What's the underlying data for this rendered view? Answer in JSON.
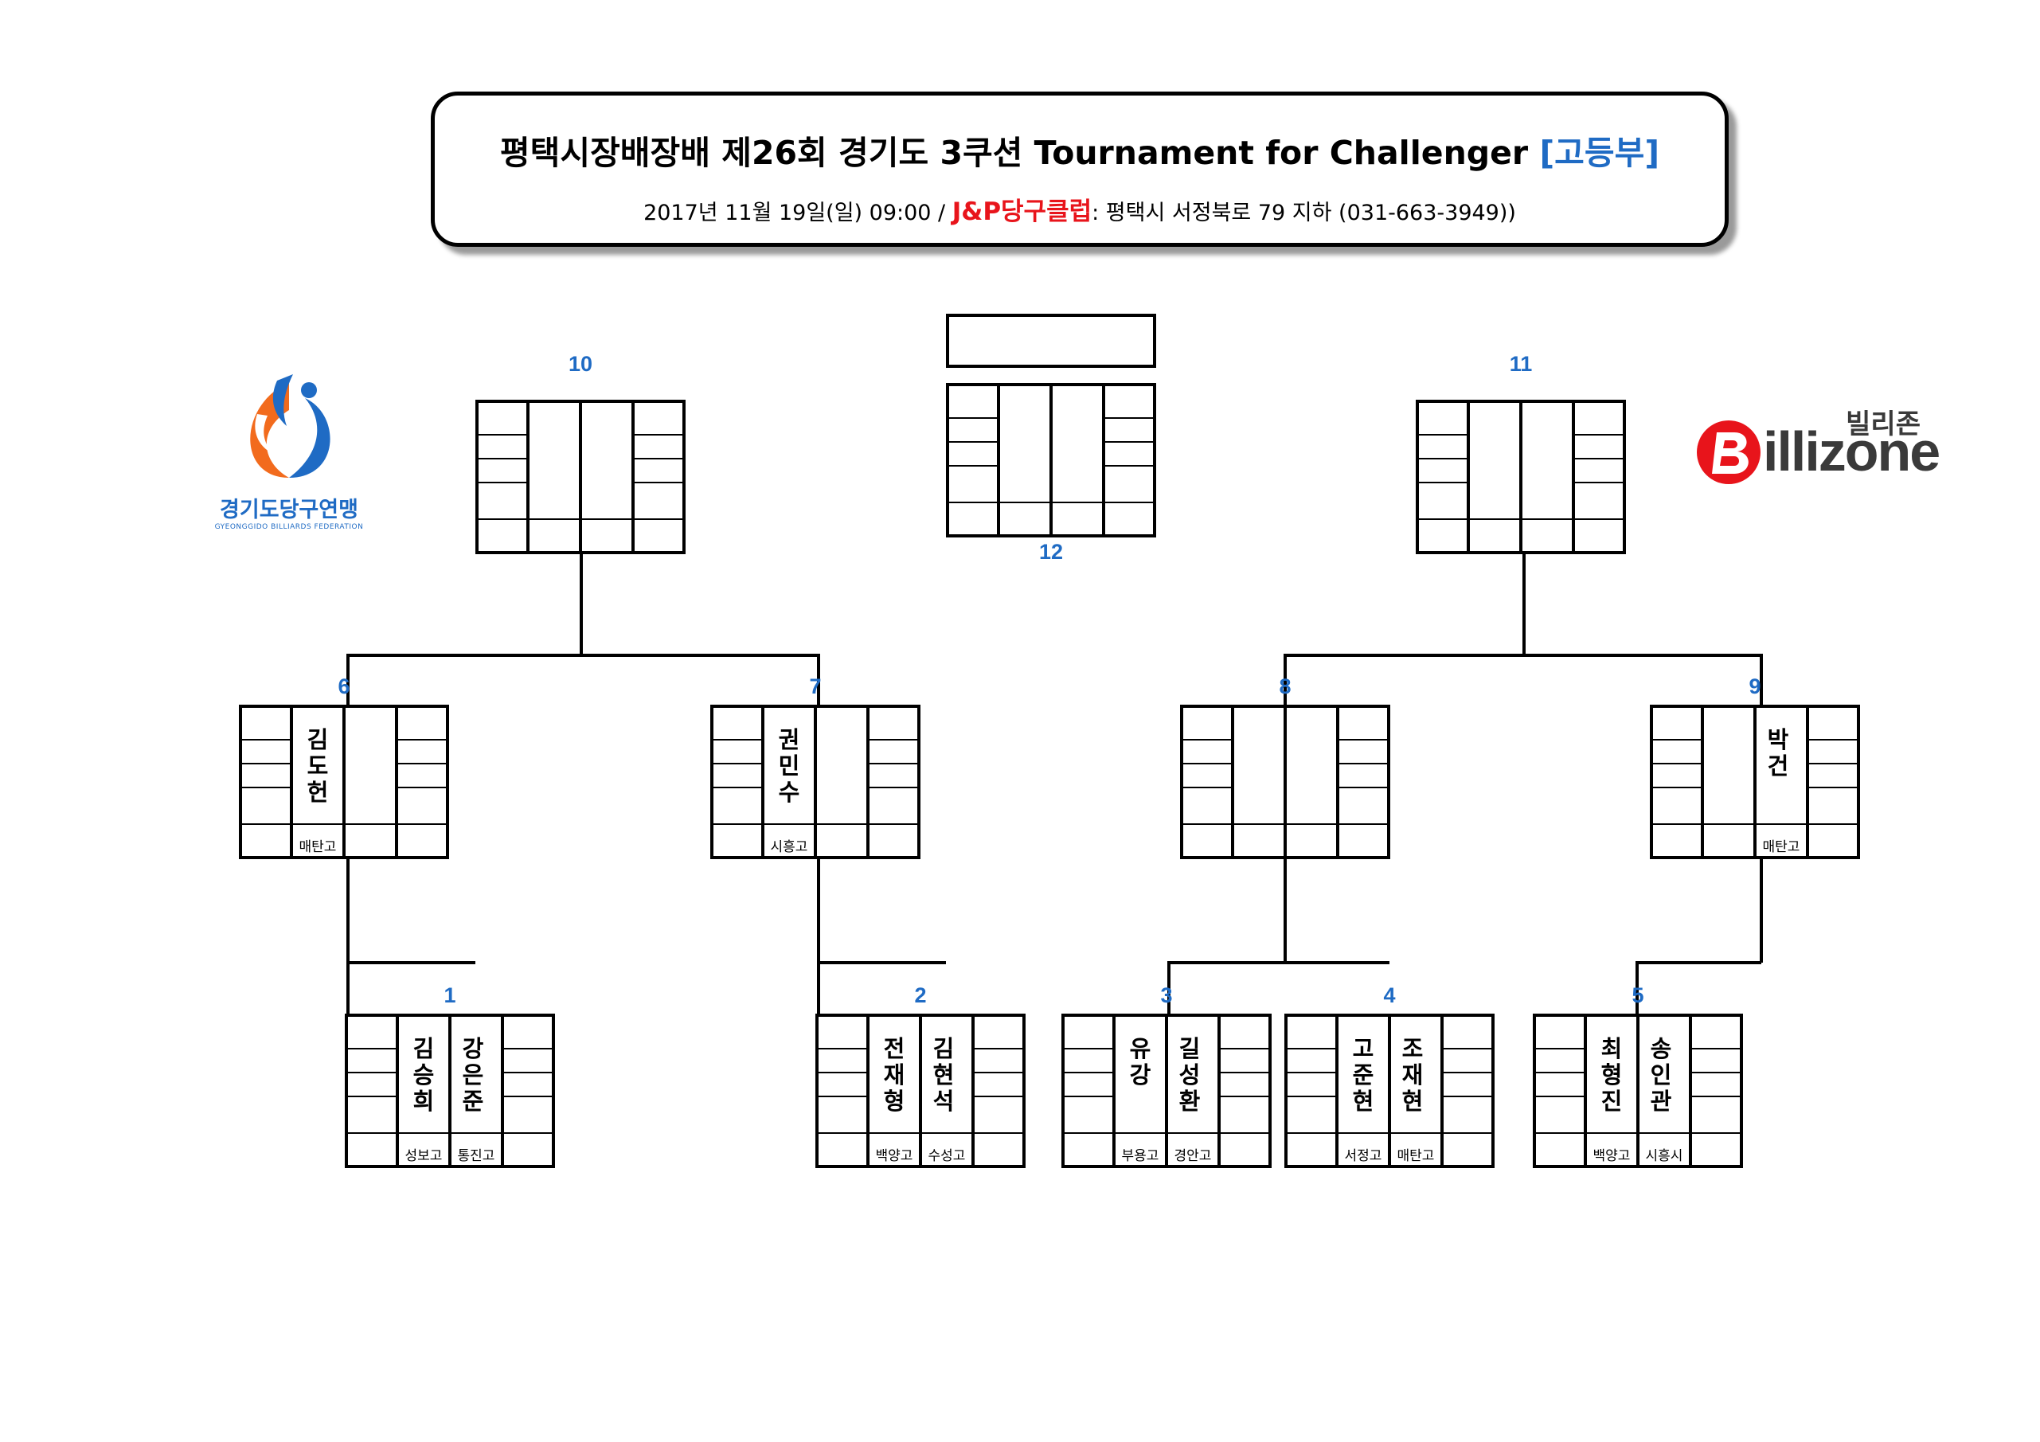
{
  "header": {
    "title_main": "평택시장배장배  제26회 경기도 3쿠션 Tournament for Challenger",
    "title_division": "[고등부]",
    "sub_date": "2017년 11월 19일(일) 09:00 /",
    "sub_venue": "J&P당구클럽",
    "sub_address": ": 평택시 서정북로 79 지하 (031-663-3949))"
  },
  "logos": {
    "left_name": "경기도당구연맹",
    "left_name_en": "GYEONGGIDO BILLIARDS FEDERATION",
    "right_name_ko": "빌리존",
    "right_name_en": "illizone"
  },
  "bracket": {
    "final_label": "",
    "matches": [
      {
        "num": "1",
        "p1": "김\n승\n희",
        "s1": "성보고",
        "p2": "강\n은\n준",
        "s2": "통진고"
      },
      {
        "num": "2",
        "p1": "전\n재\n형",
        "s1": "백양고",
        "p2": "김\n현\n석",
        "s2": "수성고"
      },
      {
        "num": "3",
        "p1": "유\n강",
        "s1": "부용고",
        "p2": "길\n성\n환",
        "s2": "경안고"
      },
      {
        "num": "4",
        "p1": "고\n준\n현",
        "s1": "서정고",
        "p2": "조\n재\n현",
        "s2": "매탄고"
      },
      {
        "num": "5",
        "p1": "최\n형\n진",
        "s1": "백양고",
        "p2": "송\n인\n관",
        "s2": "시흥시"
      },
      {
        "num": "6",
        "p1": "김\n도\n헌",
        "s1": "매탄고",
        "p2": "",
        "s2": ""
      },
      {
        "num": "7",
        "p1": "권\n민\n수",
        "s1": "시흥고",
        "p2": "",
        "s2": ""
      },
      {
        "num": "8",
        "p1": "",
        "s1": "",
        "p2": "",
        "s2": ""
      },
      {
        "num": "9",
        "p1": "",
        "s1": "",
        "p2": "박\n건",
        "s2": "매탄고"
      },
      {
        "num": "10",
        "p1": "",
        "s1": "",
        "p2": "",
        "s2": ""
      },
      {
        "num": "11",
        "p1": "",
        "s1": "",
        "p2": "",
        "s2": ""
      },
      {
        "num": "12",
        "p1": "",
        "s1": "",
        "p2": "",
        "s2": ""
      }
    ]
  },
  "colors": {
    "accent_blue": "#1f6bc4",
    "venue_red": "#e8141b",
    "logo_orange": "#f26b1d"
  }
}
